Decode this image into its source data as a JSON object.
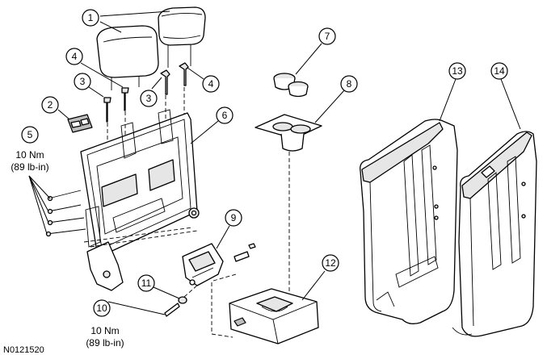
{
  "figure_id": "N0121520",
  "callouts": [
    {
      "id": "c1",
      "label": "1"
    },
    {
      "id": "c2",
      "label": "2"
    },
    {
      "id": "c3a",
      "label": "3"
    },
    {
      "id": "c3b",
      "label": "3"
    },
    {
      "id": "c4a",
      "label": "4"
    },
    {
      "id": "c4b",
      "label": "4"
    },
    {
      "id": "c5",
      "label": "5"
    },
    {
      "id": "c6",
      "label": "6"
    },
    {
      "id": "c7",
      "label": "7"
    },
    {
      "id": "c8",
      "label": "8"
    },
    {
      "id": "c9",
      "label": "9"
    },
    {
      "id": "c10",
      "label": "10"
    },
    {
      "id": "c11",
      "label": "11"
    },
    {
      "id": "c12",
      "label": "12"
    },
    {
      "id": "c13",
      "label": "13"
    },
    {
      "id": "c14",
      "label": "14"
    }
  ],
  "torque_specs": {
    "c5": {
      "metric": "10 Nm",
      "imperial": "(89 lb-in)"
    },
    "c10": {
      "metric": "10 Nm",
      "imperial": "(89 lb-in)"
    }
  }
}
